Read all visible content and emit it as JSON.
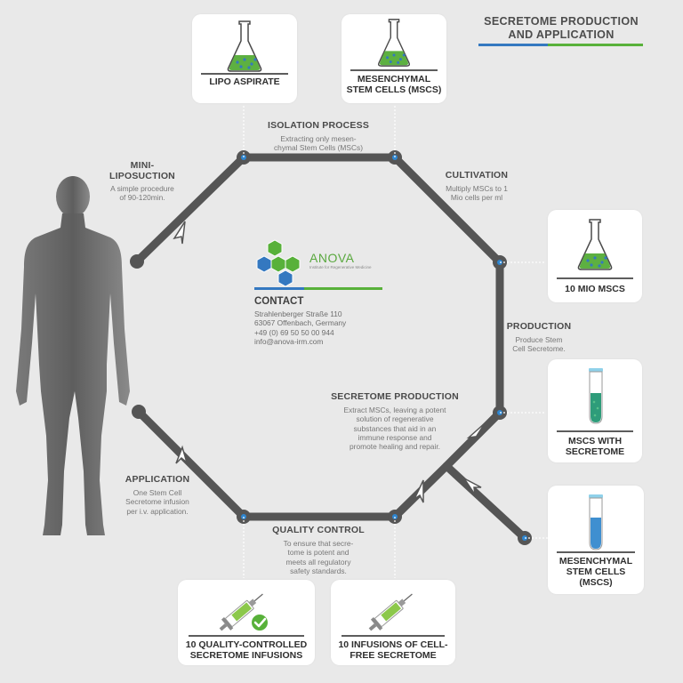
{
  "title": {
    "line1": "SECRETOME PRODUCTION",
    "line2": "AND APPLICATION"
  },
  "colors": {
    "track": "#555555",
    "accent_blue": "#3478c0",
    "accent_green": "#58b13a",
    "card": "#ffffff",
    "background": "#e9e9e9"
  },
  "steps": {
    "liposuction": {
      "title1": "MINI-",
      "title2": "LIPOSUCTION",
      "desc1": "A simple procedure",
      "desc2": "of 90-120min."
    },
    "isolation": {
      "title": "ISOLATION PROCESS",
      "desc1": "Extracting only mesen-",
      "desc2": "chymal Stem Cells (MSCs)"
    },
    "cultivation": {
      "title": "CULTIVATION",
      "desc1": "Multiply MSCs to 1",
      "desc2": "Mio cells per ml"
    },
    "production": {
      "title": "PRODUCTION",
      "desc1": "Produce Stem",
      "desc2": "Cell Secretome."
    },
    "secretome_production": {
      "title": "SECRETOME PRODUCTION",
      "desc1": "Extract MSCs, leaving a potent",
      "desc2": "solution of regenerative",
      "desc3": "substances that aid in an",
      "desc4": "immune response and",
      "desc5": "promote healing and repair."
    },
    "quality_control": {
      "title": "QUALITY CONTROL",
      "desc1": "To ensure that secre-",
      "desc2": "tome is potent and",
      "desc3": "meets all regulatory",
      "desc4": "safety standards."
    },
    "application": {
      "title": "APPLICATION",
      "desc1": "One Stem Cell",
      "desc2": "Secretome infusion",
      "desc3": "per i.v. application."
    }
  },
  "cards": {
    "lipo": {
      "label": "LIPO ASPIRATE",
      "icon": "flask-icon"
    },
    "mscs_top": {
      "label1": "MESENCHYMAL",
      "label2": "STEM CELLS (MSCS)",
      "icon": "flask-icon"
    },
    "mio": {
      "label": "10 MIO MSCS",
      "icon": "flask-icon"
    },
    "secretome_tube": {
      "label1": "MSCS WITH",
      "label2": "SECRETOME",
      "icon": "test-tube-icon"
    },
    "mscs_tube": {
      "label1": "MESENCHYMAL",
      "label2": "STEM CELLS",
      "label3": "(MSCS)",
      "icon": "test-tube-icon"
    },
    "infusions": {
      "label1": "10 INFUSIONS OF CELL-",
      "label2": "FREE SECRETOME",
      "icon": "syringe-icon"
    },
    "quality": {
      "label1": "10 QUALITY-CONTROLLED",
      "label2": "SECRETOME INFUSIONS",
      "icon": "syringe-check-icon"
    }
  },
  "logo": {
    "name": "ANOVA",
    "subtitle": "Institute for Regenerative Medicine"
  },
  "contact": {
    "heading": "CONTACT",
    "street": "Strahlenberger Straße 110",
    "city": "63067 Offenbach, Germany",
    "phone": "+49 (0) 69 50 50 00 944",
    "email": "info@anova-irm.com"
  }
}
